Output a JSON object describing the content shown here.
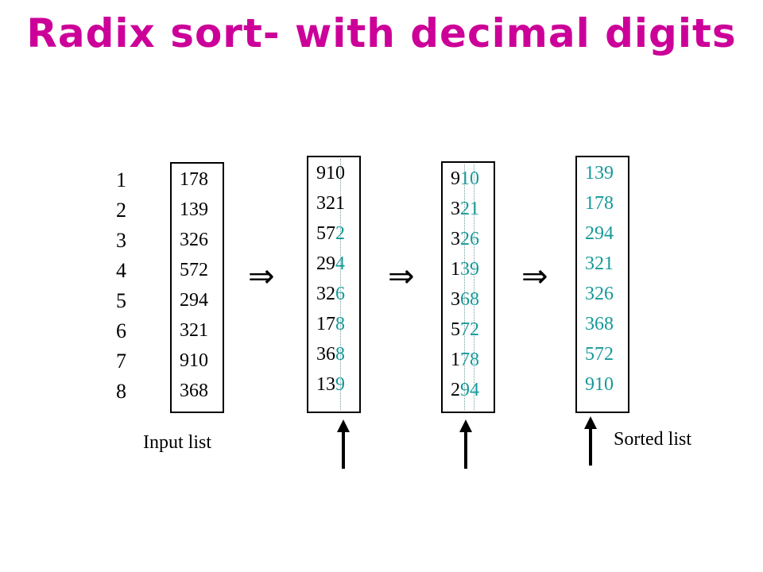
{
  "title": "Radix sort- with decimal digits",
  "indices": [
    "1",
    "2",
    "3",
    "4",
    "5",
    "6",
    "7",
    "8"
  ],
  "columns": [
    {
      "rows": [
        {
          "dim": "178",
          "hi": ""
        },
        {
          "dim": "139",
          "hi": ""
        },
        {
          "dim": "326",
          "hi": ""
        },
        {
          "dim": "572",
          "hi": ""
        },
        {
          "dim": "294",
          "hi": ""
        },
        {
          "dim": "321",
          "hi": ""
        },
        {
          "dim": "910",
          "hi": ""
        },
        {
          "dim": "368",
          "hi": ""
        }
      ]
    },
    {
      "rows": [
        {
          "dim": "910",
          "hi": ""
        },
        {
          "dim": "321",
          "hi": ""
        },
        {
          "dim": "57",
          "hi": "2"
        },
        {
          "dim": "29",
          "hi": "4"
        },
        {
          "dim": "32",
          "hi": "6"
        },
        {
          "dim": "17",
          "hi": "8"
        },
        {
          "dim": "36",
          "hi": "8"
        },
        {
          "dim": "13",
          "hi": "9"
        }
      ]
    },
    {
      "rows": [
        {
          "dim": "9",
          "hi": "10"
        },
        {
          "dim": "3",
          "hi": "21"
        },
        {
          "dim": "3",
          "hi": "26"
        },
        {
          "dim": "1",
          "hi": "39"
        },
        {
          "dim": "3",
          "hi": "68"
        },
        {
          "dim": "5",
          "hi": "72"
        },
        {
          "dim": "1",
          "hi": "78"
        },
        {
          "dim": "2",
          "hi": "94"
        }
      ]
    },
    {
      "rows": [
        {
          "dim": "",
          "hi": "139"
        },
        {
          "dim": "",
          "hi": "178"
        },
        {
          "dim": "",
          "hi": "294"
        },
        {
          "dim": "",
          "hi": "321"
        },
        {
          "dim": "",
          "hi": "326"
        },
        {
          "dim": "",
          "hi": "368"
        },
        {
          "dim": "",
          "hi": "572"
        },
        {
          "dim": "",
          "hi": "910"
        }
      ]
    }
  ],
  "arrow_symbol": "⇒",
  "captions": {
    "input": "Input list",
    "sorted": "Sorted list"
  },
  "colors": {
    "title": "#cc0099",
    "highlight": "#169999"
  }
}
